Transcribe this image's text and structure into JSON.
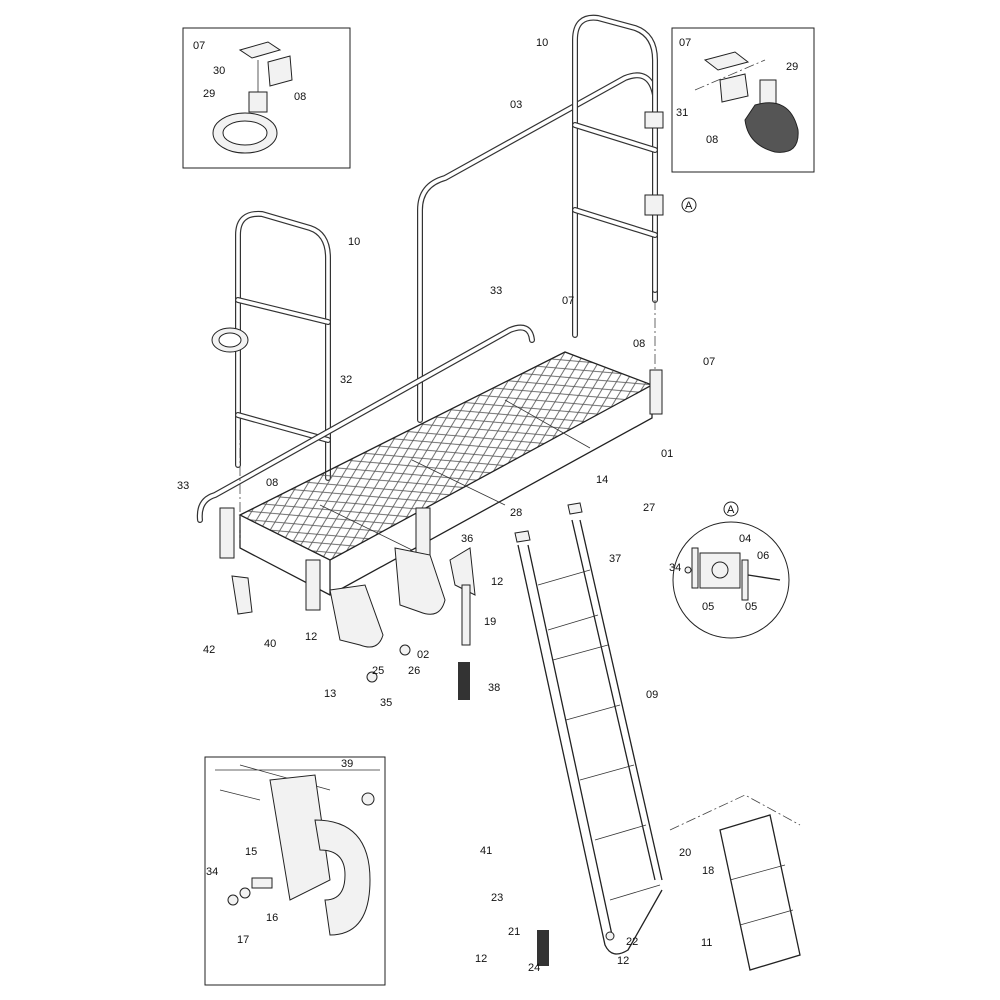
{
  "diagram": {
    "type": "exploded-parts-diagram",
    "detail_marker": "A",
    "labels": [
      "07",
      "30",
      "08",
      "29",
      "07",
      "29",
      "31",
      "08",
      "10",
      "03",
      "10",
      "33",
      "07",
      "08",
      "07",
      "32",
      "01",
      "33",
      "08",
      "14",
      "28",
      "27",
      "36",
      "37",
      "04",
      "06",
      "34",
      "05",
      "05",
      "12",
      "19",
      "42",
      "40",
      "12",
      "02",
      "25",
      "26",
      "13",
      "35",
      "38",
      "09",
      "39",
      "15",
      "34",
      "16",
      "17",
      "41",
      "23",
      "21",
      "12",
      "24",
      "22",
      "12",
      "20",
      "18",
      "11"
    ]
  }
}
